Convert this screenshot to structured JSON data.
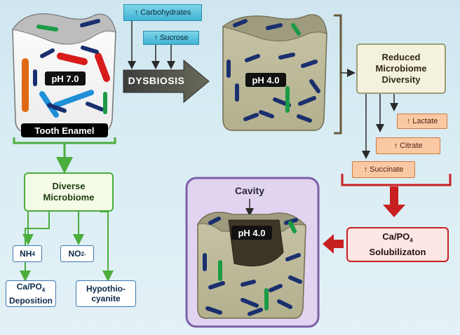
{
  "tooth_left": {
    "ph": "pH 7.0",
    "enamel_label": "Tooth Enamel"
  },
  "inputs": {
    "carbohydrates": "↑ Carbohydrates",
    "sucrose": "↑ Sucrose"
  },
  "dysbiosis": "DYSBIOSIS",
  "tooth_right": {
    "ph": "pH 4.0"
  },
  "reduced_diversity": {
    "line1": "Reduced",
    "line2": "Microbiome",
    "line3": "Diversity"
  },
  "acids": {
    "lactate": "↑ Lactate",
    "citrate": "↑ Citrate",
    "succinate": "↑ Succinate"
  },
  "diverse": {
    "line1": "Diverse",
    "line2": "Microbiome"
  },
  "products": {
    "nh4": "NH",
    "nh4_sub": "4",
    "no2": "NO",
    "no2_sub": "2",
    "no2_sup": "-",
    "capo4_dep_1": "Ca/PO",
    "capo4_dep_sub": "4",
    "capo4_dep_2": "Deposition",
    "hypo_1": "Hypothio-",
    "hypo_2": "cyanite"
  },
  "cavity": {
    "title": "Cavity",
    "ph": "pH 4.0"
  },
  "solubilization": {
    "line1": "Ca/PO",
    "sub": "4",
    "line2": "Solubilizaton"
  }
}
